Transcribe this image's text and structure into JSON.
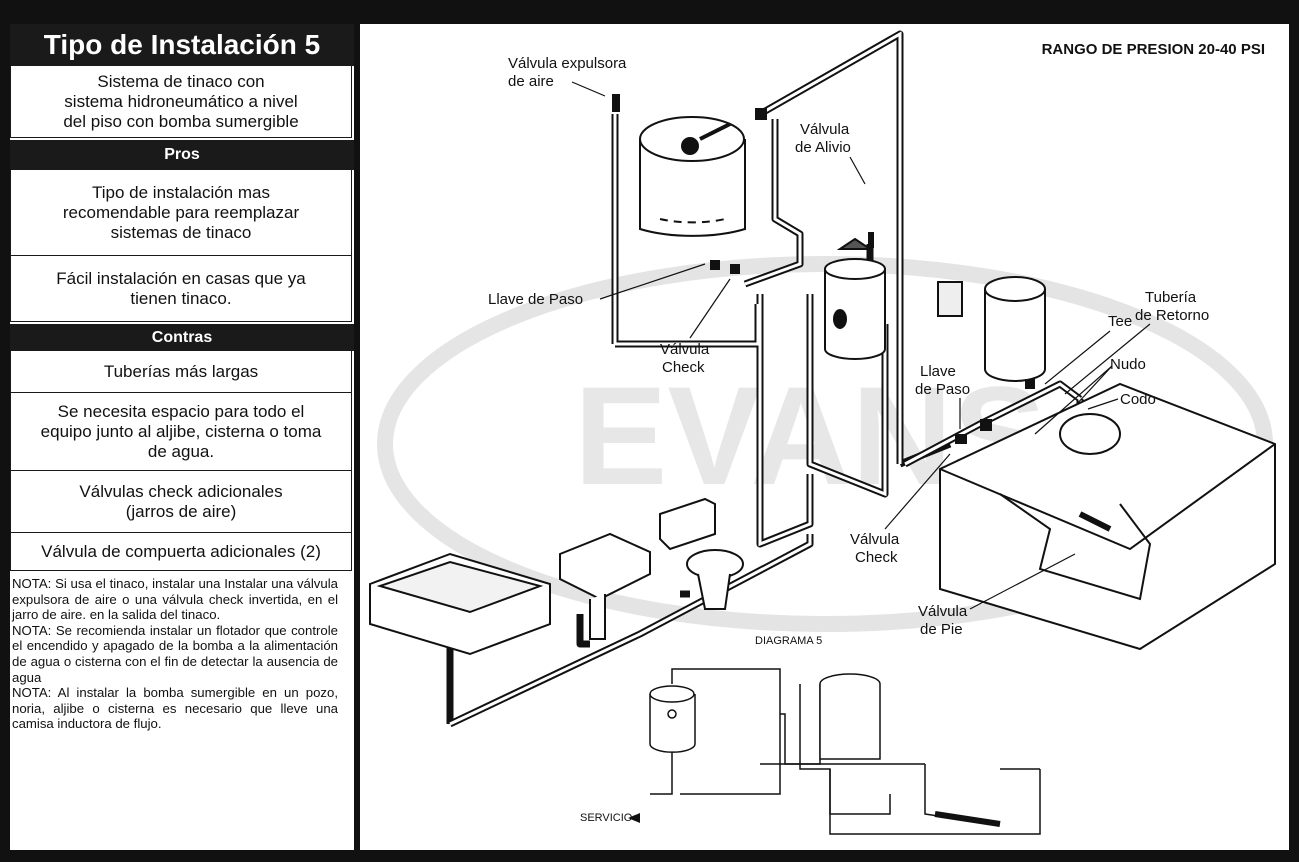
{
  "panel": {
    "title": "Tipo de Instalación 5",
    "subtitle": "Sistema de tinaco con\nsistema hidroneumático a nivel\ndel piso con bomba sumergible",
    "pros_header": "Pros",
    "pros": [
      "Tipo de instalación mas\nrecomendable para reemplazar\nsistemas de tinaco",
      "Fácil instalación en casas que ya\ntienen tinaco."
    ],
    "contras_header": "Contras",
    "contras": [
      "Tuberías más largas",
      "Se necesita espacio para todo el\nequipo junto al aljibe, cisterna o toma\nde agua.",
      "Válvulas check adicionales\n(jarros de aire)",
      "Válvula de compuerta adicionales (2)"
    ],
    "notes": [
      "NOTA:  Si usa el tinaco, instalar una Instalar una válvula expulsora de aire o una válvula check invertida, en el jarro de aire.    en la salida del tinaco.",
      "NOTA:   Se recomienda instalar un flotador que controle el encendido y apagado de la bomba a la alimentación de agua o cisterna con el fin de detectar la ausencia de agua",
      "NOTA: Al instalar la bomba sumergible en un pozo, noria, aljibe o cisterna es necesario que lleve una camisa inductora de flujo."
    ]
  },
  "diagram": {
    "pressure_range": "RANGO DE PRESION 20-40 PSI",
    "watermark": "EVANS",
    "registered": "®",
    "labels": {
      "air_valve_1": "Válvula expulsora",
      "air_valve_2": "de aire",
      "relief_1": "Válvula",
      "relief_2": "de Alivio",
      "llave_paso_left": "Llave de Paso",
      "check_left_1": "Válvula",
      "check_left_2": "Check",
      "tee": "Tee",
      "retorno_1": "Tubería",
      "retorno_2": "de Retorno",
      "llave_paso_right_1": "Llave",
      "llave_paso_right_2": "de Paso",
      "nudo": "Nudo",
      "codo": "Codo",
      "check_right_1": "Válvula",
      "check_right_2": "Check",
      "pie_1": "Válvula",
      "pie_2": "de Pie",
      "diagram_caption": "DIAGRAMA 5",
      "servicio": "SERVICIO"
    }
  }
}
